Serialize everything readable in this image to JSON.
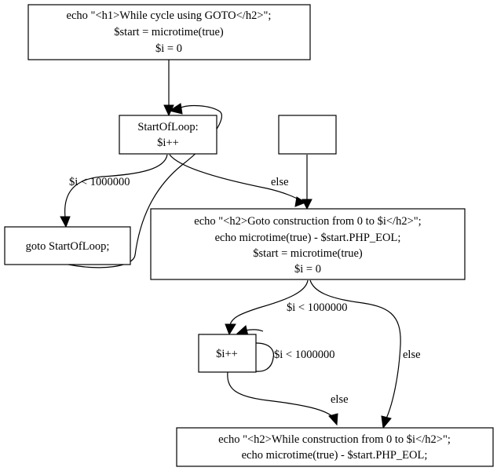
{
  "nodes": {
    "init": {
      "lines": [
        "echo \"<h1>While cycle using GOTO</h2>\";",
        "$start = microtime(true)",
        "$i = 0"
      ]
    },
    "start_of_loop": {
      "lines": [
        "StartOfLoop:",
        "$i++"
      ]
    },
    "empty": {
      "lines": []
    },
    "goto_stmt": {
      "lines": [
        "goto StartOfLoop;"
      ]
    },
    "goto_done": {
      "lines": [
        "echo \"<h2>Goto construction from 0 to $i</h2>\";",
        "echo microtime(true) - $start.PHP_EOL;",
        "$start = microtime(true)",
        "$i = 0"
      ]
    },
    "while_inc": {
      "lines": [
        "$i++"
      ]
    },
    "while_done": {
      "lines": [
        "echo \"<h2>While construction from 0 to $i</h2>\";",
        "echo microtime(true) - $start.PHP_EOL;"
      ]
    }
  },
  "edges": {
    "loop_to_goto": "$i < 1000000",
    "loop_else": "else",
    "goto_cond": "$i < 1000000",
    "while_self": "$i < 1000000",
    "goto_else": "else",
    "while_else": "else"
  }
}
